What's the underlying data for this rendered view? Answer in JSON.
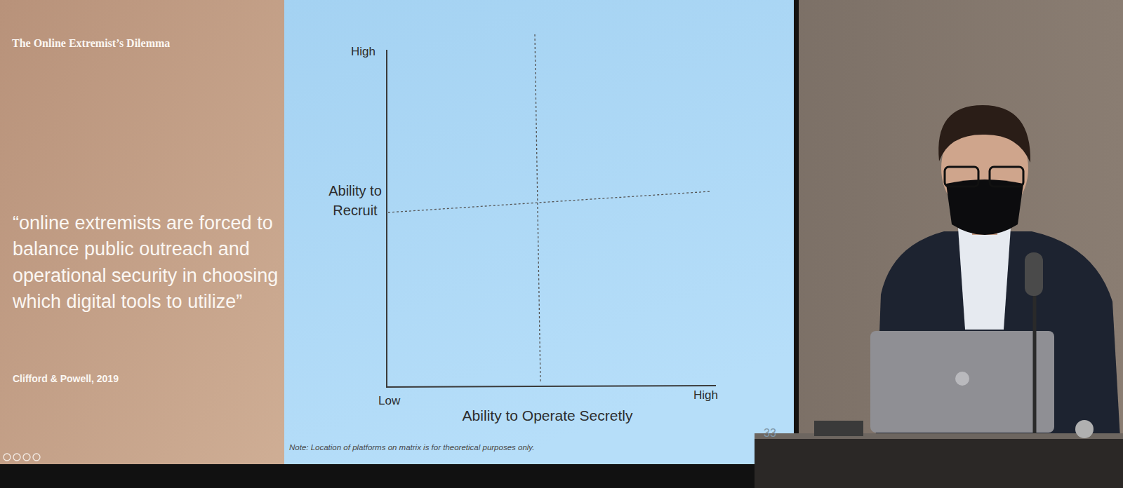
{
  "diagram": {
    "title": "The Online Extremist’s Dilemma",
    "labels": [
      "High",
      "Ability to Recruit",
      "Low",
      "Ability to Operate Secretly",
      "High",
      "“online extremists are forced to balance public outreach and operational security in choosing which digital tools to utilize”",
      "Clifford & Powell, 2019",
      "Note: Location of platforms on matrix is for theoretical purposes only.",
      "33"
    ]
  }
}
